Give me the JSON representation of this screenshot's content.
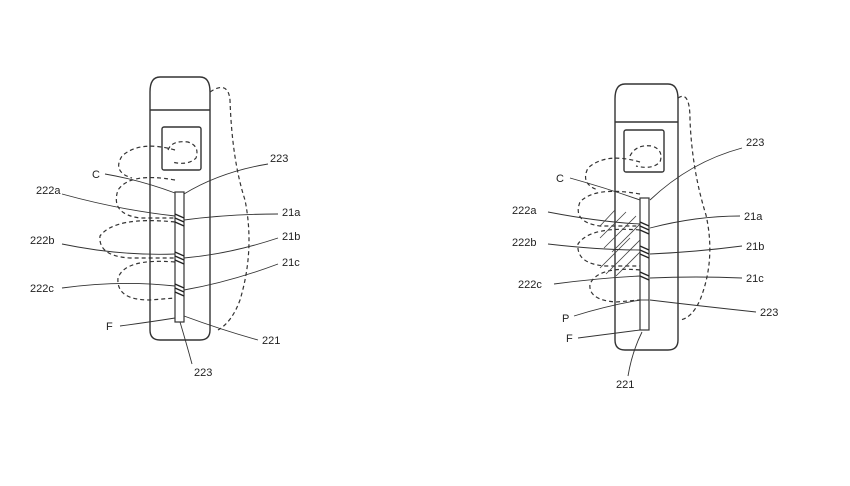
{
  "figures": [
    {
      "id": "left",
      "labels": {
        "c": "C",
        "n223_top": "223",
        "n222a": "222a",
        "n21a": "21a",
        "n222b": "222b",
        "n21b": "21b",
        "n222c": "222c",
        "n21c": "21c",
        "f": "F",
        "n221": "221",
        "n223_bottom": "223"
      }
    },
    {
      "id": "right",
      "labels": {
        "c": "C",
        "n223_top": "223",
        "n222a": "222a",
        "n21a": "21a",
        "n222b": "222b",
        "n21b": "21b",
        "n222c": "222c",
        "n21c": "21c",
        "p": "P",
        "n223_side": "223",
        "f": "F",
        "n221": "221"
      }
    }
  ],
  "colors": {
    "line": "#333333",
    "background": "#ffffff"
  }
}
